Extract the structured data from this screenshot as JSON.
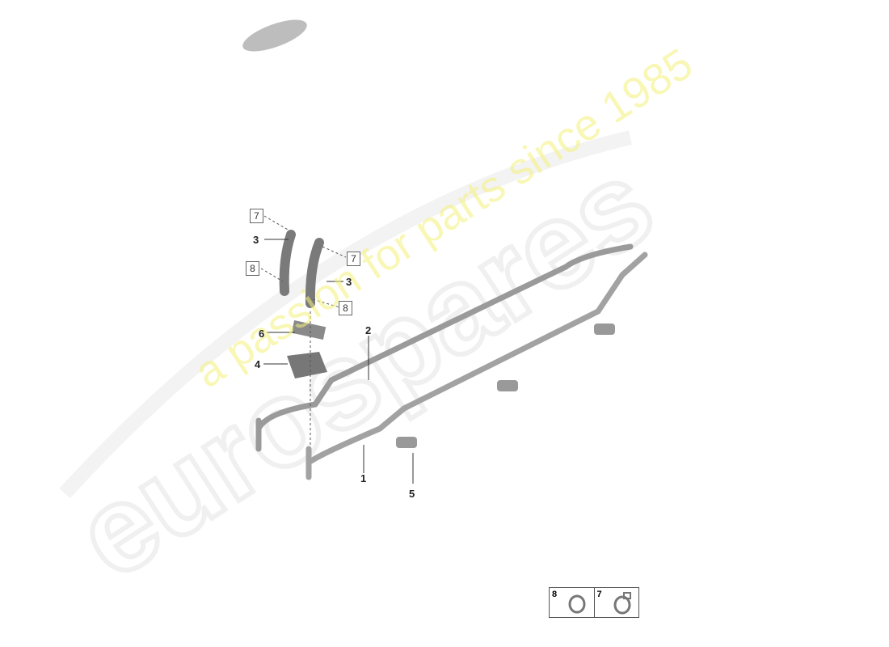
{
  "diagram": {
    "watermark": {
      "brand": "eurospares",
      "tagline": "a passion for parts since 1985"
    },
    "callouts": [
      {
        "id": "1",
        "label": "1",
        "part": "coolant pipe lower"
      },
      {
        "id": "2",
        "label": "2",
        "part": "coolant pipe upper"
      },
      {
        "id": "3a",
        "label": "3",
        "part": "hose left"
      },
      {
        "id": "3b",
        "label": "3",
        "part": "hose right"
      },
      {
        "id": "4",
        "label": "4",
        "part": "mount block"
      },
      {
        "id": "5",
        "label": "5",
        "part": "pipe clip"
      },
      {
        "id": "6",
        "label": "6",
        "part": "bracket"
      }
    ],
    "boxed_refs": [
      {
        "id": "7a",
        "label": "7"
      },
      {
        "id": "7b",
        "label": "7"
      },
      {
        "id": "8a",
        "label": "8"
      },
      {
        "id": "8b",
        "label": "8"
      }
    ],
    "legend": [
      {
        "label": "8",
        "icon": "hose-clamp-icon"
      },
      {
        "label": "7",
        "icon": "spring-clamp-icon"
      }
    ]
  }
}
